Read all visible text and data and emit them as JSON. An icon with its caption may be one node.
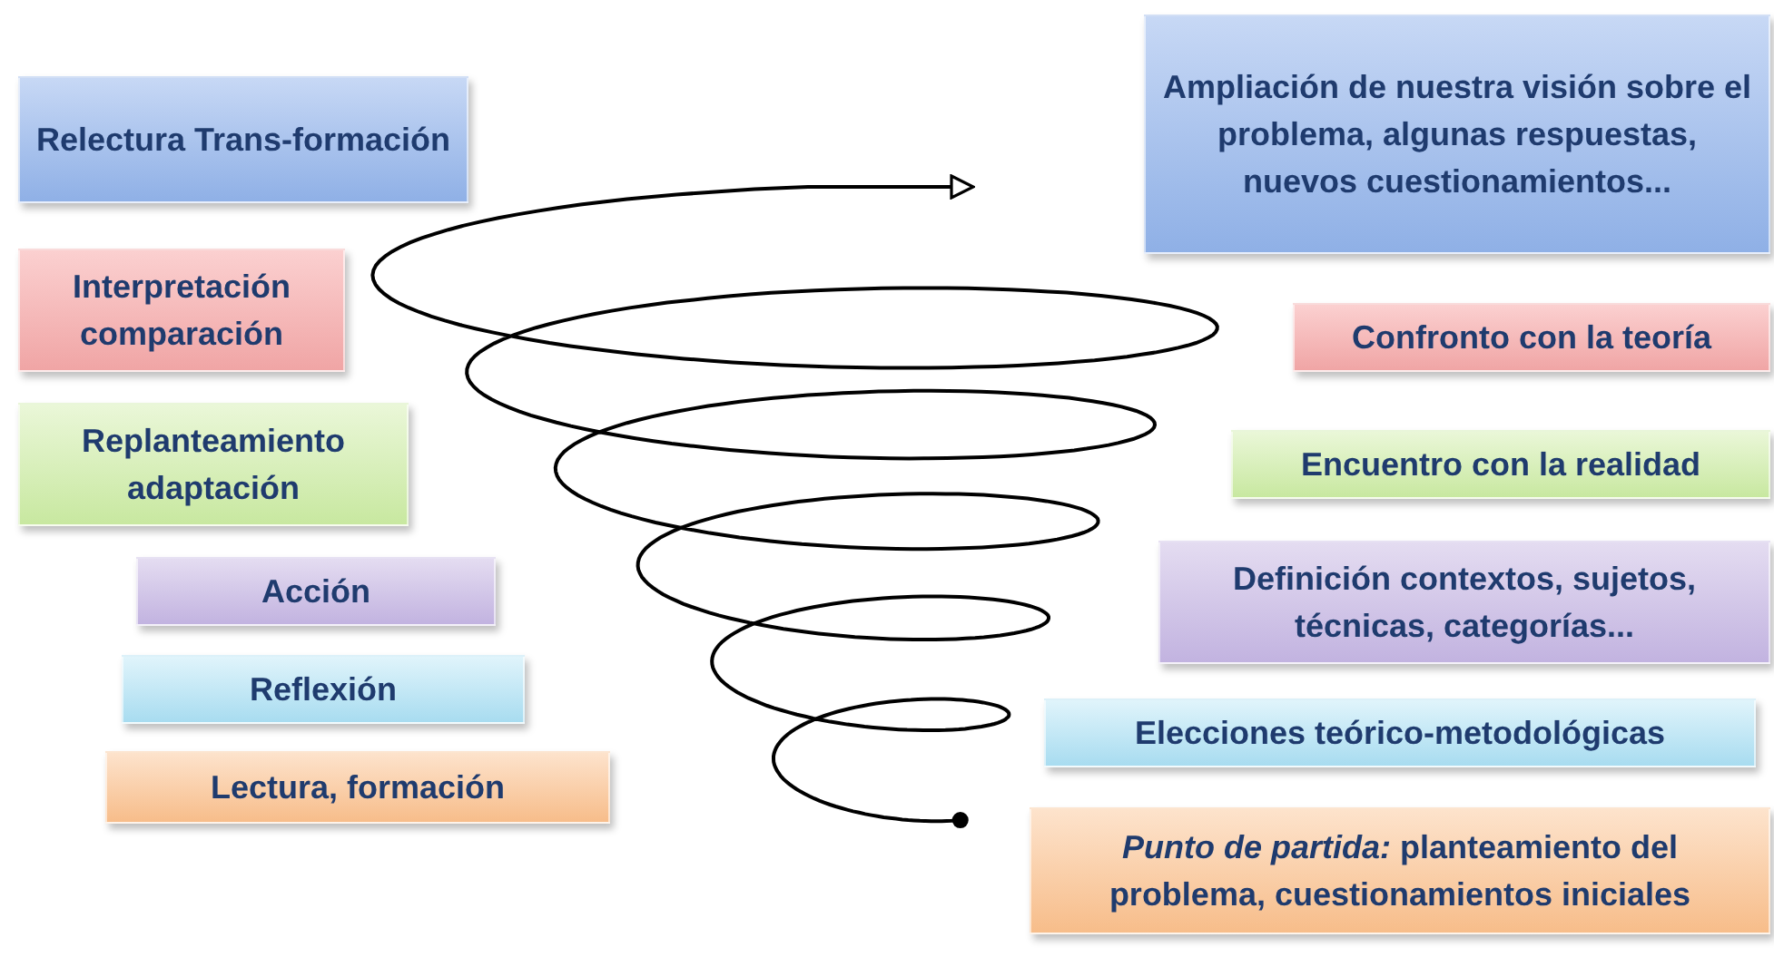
{
  "diagram": {
    "nodes": [
      {
        "text": [
          "Relectura Trans-formación"
        ]
      },
      {
        "text": [
          "Interpretación comparación"
        ]
      },
      {
        "text": [
          "Replanteamiento adaptación"
        ]
      },
      {
        "text": [
          "Acción"
        ]
      },
      {
        "text": [
          "Reflexión"
        ]
      },
      {
        "text": [
          "Lectura, formación"
        ]
      },
      {
        "text": [
          "Ampliación de nuestra visión sobre el problema, algunas respuestas, nuevos cuestionamientos..."
        ]
      },
      {
        "text": [
          "Confronto con la teoría"
        ]
      },
      {
        "text": [
          "Encuentro con la realidad"
        ]
      },
      {
        "text": [
          "Definición contextos, sujetos, técnicas, categorías..."
        ]
      },
      {
        "text": [
          "Elecciones teórico-metodológicas"
        ]
      },
      {
        "text": [
          "*Punto de partida:* planteamiento del problema, cuestionamientos iniciales"
        ]
      }
    ]
  }
}
